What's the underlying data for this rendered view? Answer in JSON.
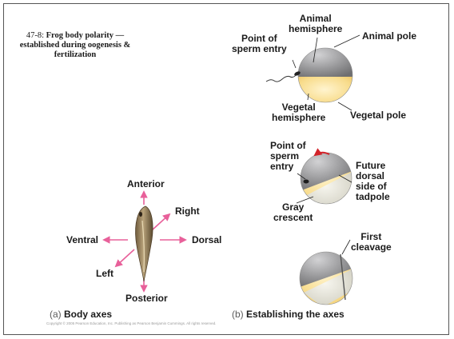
{
  "caption": {
    "figure_number": "47-8:",
    "title": "Frog body polarity — established during oogenesis & fertilization"
  },
  "colors": {
    "animal_hemisphere": "#9a9a9c",
    "vegetal_hemisphere": "#f4d27a",
    "gray_crescent": "#e6e4d8",
    "body_arrows": "#e8609a",
    "rotation_arrow": "#d2232a"
  },
  "top_egg_labels": {
    "animal_hemisphere": "Animal\nhemisphere",
    "animal_pole": "Animal pole",
    "point_of_sperm_entry": "Point of\nsperm entry",
    "vegetal_hemisphere": "Vegetal\nhemisphere",
    "vegetal_pole": "Vegetal pole"
  },
  "middle_egg_labels": {
    "point_of_sperm_entry": "Point of\nsperm\nentry",
    "future_dorsal_side": "Future\ndorsal\nside of\ntadpole",
    "gray_crescent": "Gray\ncrescent"
  },
  "bottom_egg_labels": {
    "first_cleavage": "First\ncleavage"
  },
  "body_axes": {
    "anterior": "Anterior",
    "posterior": "Posterior",
    "ventral": "Ventral",
    "dorsal": "Dorsal",
    "left": "Left",
    "right": "Right"
  },
  "panels": {
    "a_tag": "(a)",
    "a_title": "Body axes",
    "b_tag": "(b)",
    "b_title": "Establishing the axes"
  },
  "copyright": "Copyright © 2005 Pearson Education, Inc. Publishing as Pearson Benjamin Cummings. All rights reserved."
}
